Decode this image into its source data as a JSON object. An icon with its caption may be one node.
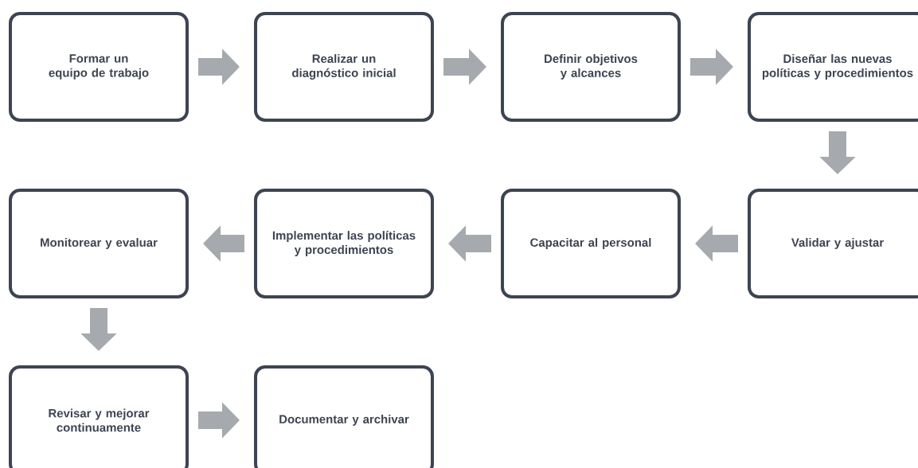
{
  "diagram": {
    "nodes": [
      {
        "text": [
          "Formar un equipo de trabajo"
        ]
      },
      {
        "text": [
          "Realizar un diagnóstico inicial"
        ]
      },
      {
        "text": [
          "Definir objetivos y alcances"
        ]
      },
      {
        "text": [
          "Diseñar las nuevas políticas y procedimientos"
        ]
      },
      {
        "text": [
          "Validar y ajustar"
        ]
      },
      {
        "text": [
          "Capacitar al personal"
        ]
      },
      {
        "text": [
          "Implementar las políticas y procedimientos"
        ]
      },
      {
        "text": [
          "Monitorear y evaluar"
        ]
      },
      {
        "text": [
          "Revisar y mejorar continuamente"
        ]
      },
      {
        "text": [
          "Documentar y archivar"
        ]
      }
    ],
    "edges": [
      {
        "from": 0,
        "to": 1,
        "arrow": "to"
      },
      {
        "from": 1,
        "to": 2,
        "arrow": "to"
      },
      {
        "from": 2,
        "to": 3,
        "arrow": "to"
      },
      {
        "from": 3,
        "to": 4,
        "arrow": "to"
      },
      {
        "from": 4,
        "to": 5,
        "arrow": "to"
      },
      {
        "from": 5,
        "to": 6,
        "arrow": "to"
      },
      {
        "from": 6,
        "to": 7,
        "arrow": "to"
      },
      {
        "from": 7,
        "to": 8,
        "arrow": "to"
      },
      {
        "from": 8,
        "to": 9,
        "arrow": "to"
      }
    ]
  }
}
